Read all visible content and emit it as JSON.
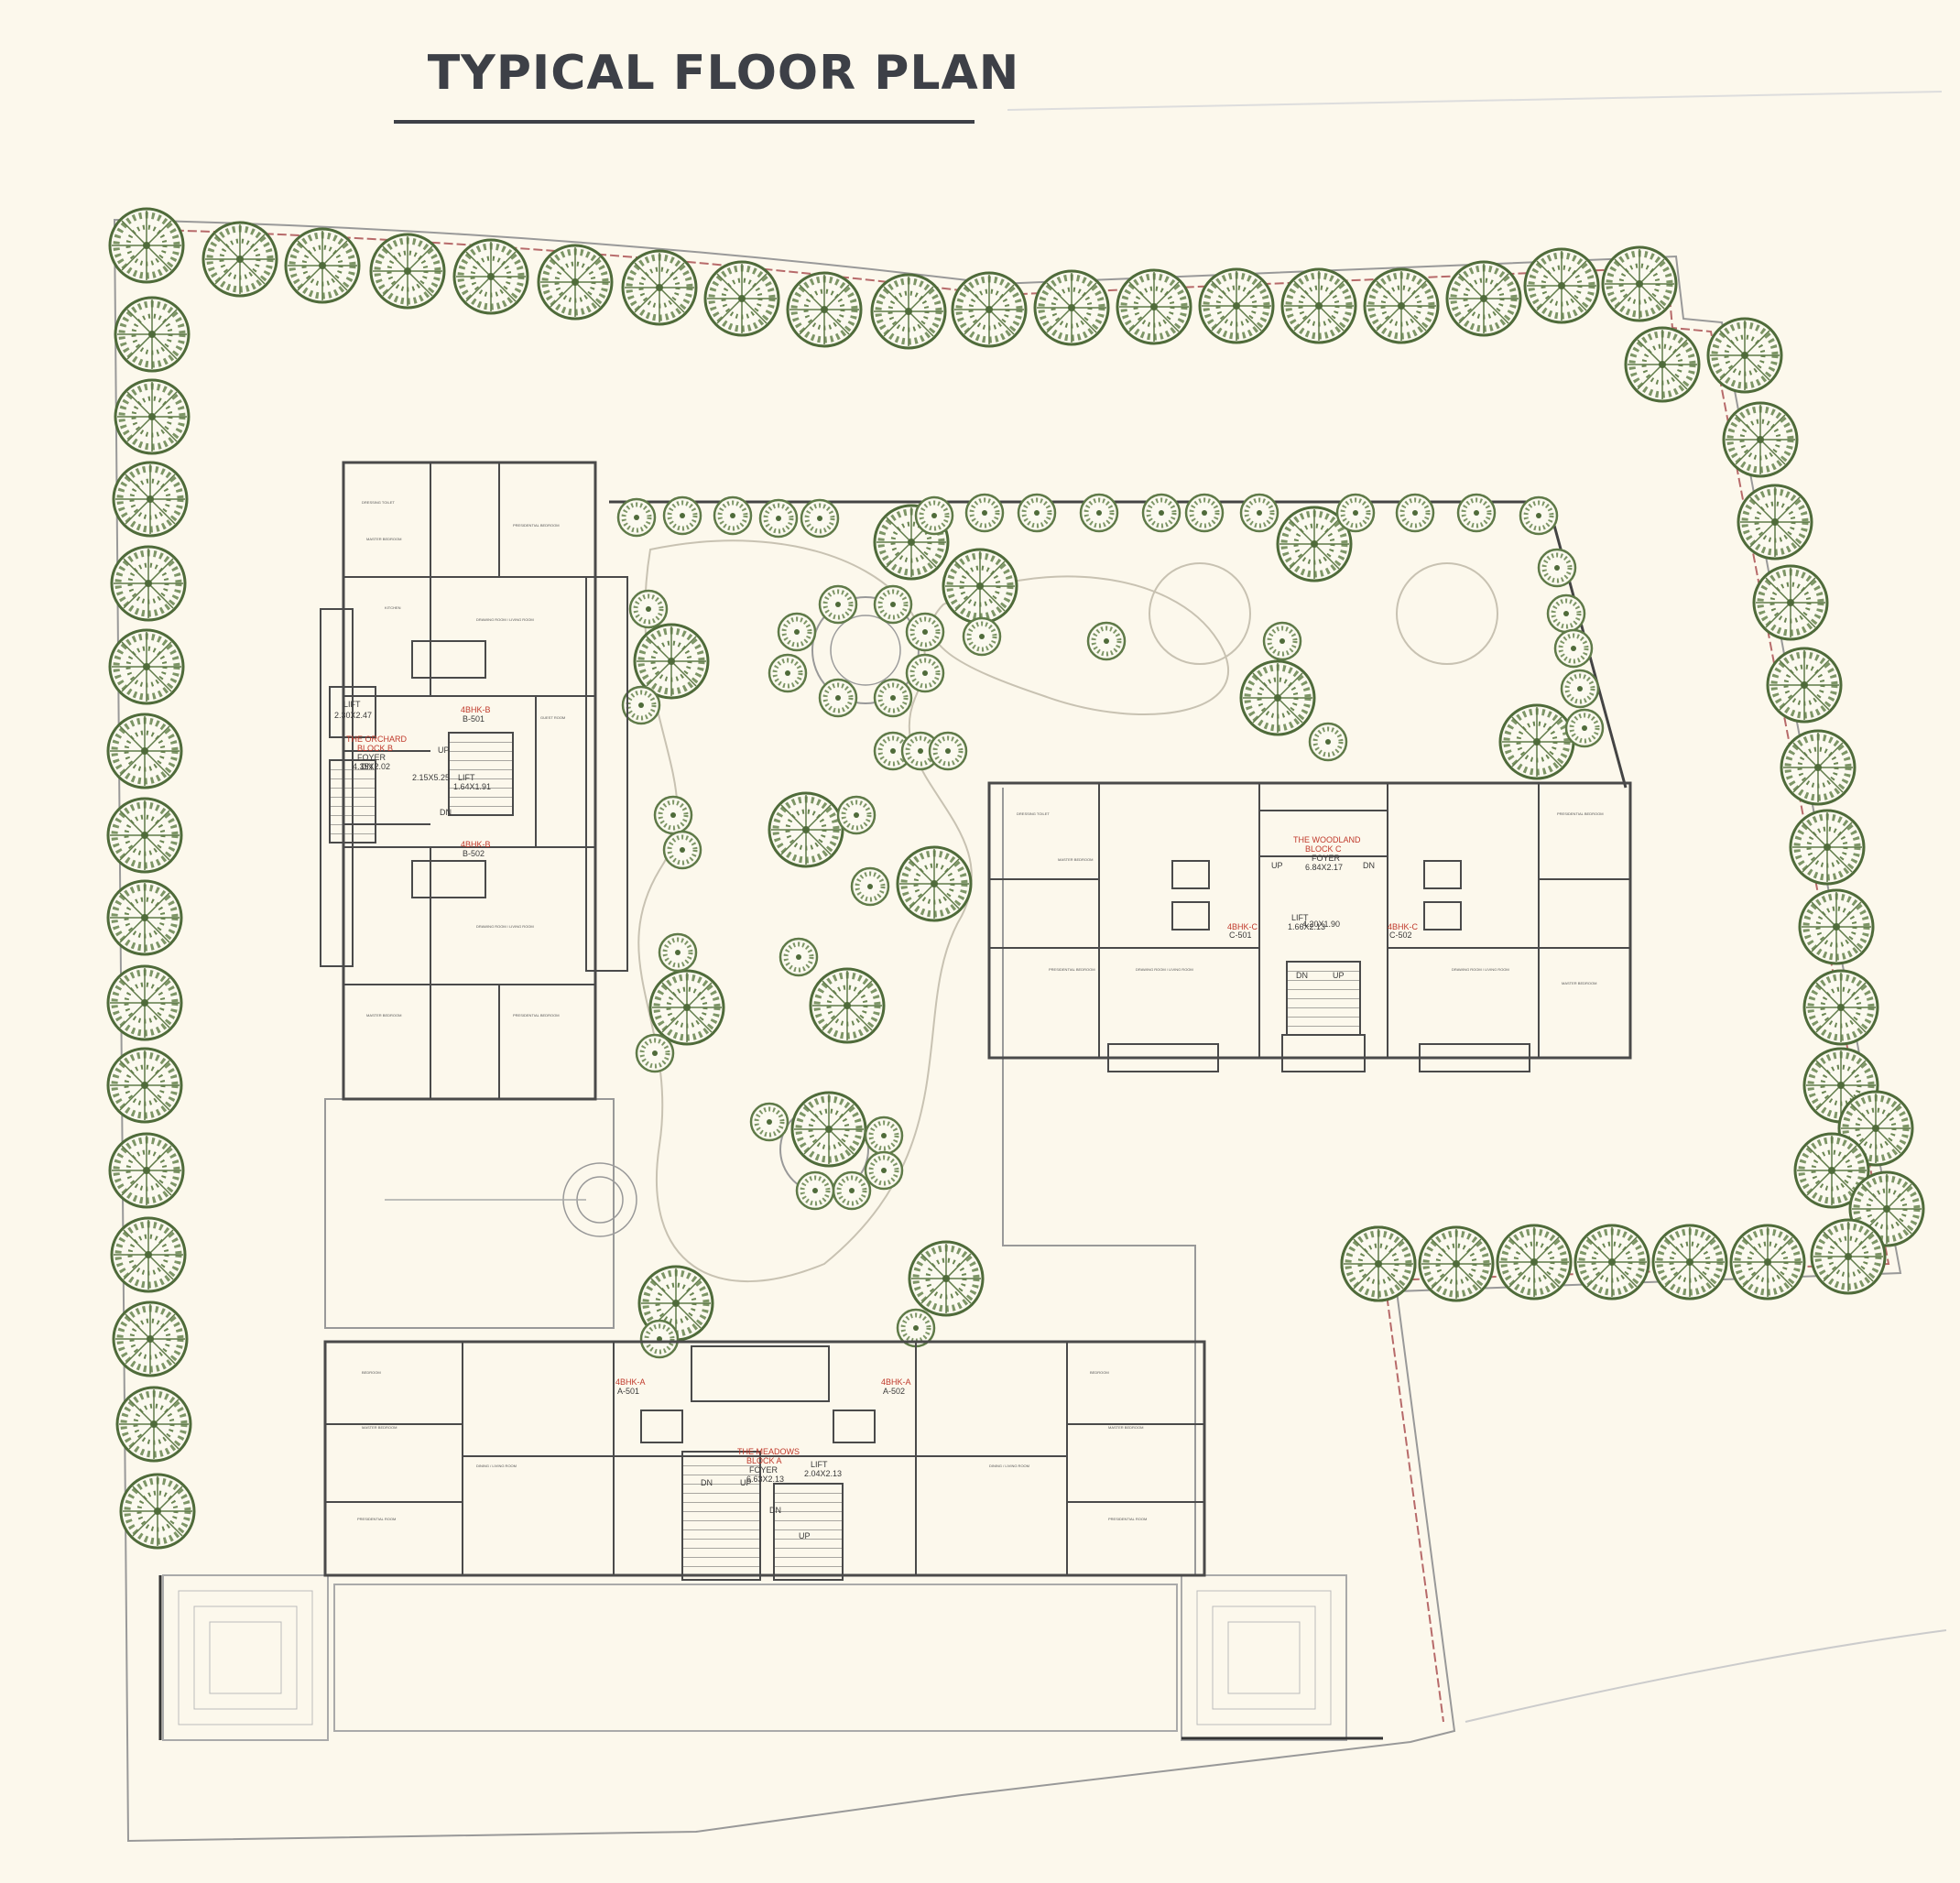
{
  "title": "TYPICAL FLOOR PLAN",
  "colors": {
    "background": "#fcf8ec",
    "title": "#3d4047",
    "tree": "#4f6b3a",
    "tree_light": "#7d9566",
    "wall": "#4a4a4a",
    "boundary": "#b76a6a",
    "unit_label": "#c0392b"
  },
  "blocks": {
    "orchard": {
      "name": "THE ORCHARD",
      "block": "BLOCK B",
      "foyer": "FOYER",
      "foyer_size": "4.35X2.02",
      "lift_left": "LIFT",
      "lift_left_size": "2.30X2.47",
      "lobby_size": "2.15X5.25",
      "lift_center": "LIFT",
      "lift_center_size": "1.64X1.91",
      "up": "UP",
      "dn": "DN",
      "unit1_type": "4BHK-B",
      "unit1": "B-501",
      "unit2_type": "4BHK-B",
      "unit2": "B-502"
    },
    "woodland": {
      "name": "THE WOODLAND",
      "block": "BLOCK C",
      "foyer": "FOYER",
      "foyer_size": "6.84X2.17",
      "lift": "LIFT",
      "lift_size": "1.66X2.13",
      "lobby_size": "4.20X1.90",
      "up": "UP",
      "dn": "DN",
      "unit1_type": "4BHK-C",
      "unit1": "C-501",
      "unit2_type": "4BHK-C",
      "unit2": "C-502"
    },
    "meadows": {
      "name": "THE MEADOWS",
      "block": "BLOCK A",
      "foyer": "FOYER",
      "foyer_size": "6.63X2.13",
      "lift": "LIFT",
      "lift_size": "2.04X2.13",
      "up": "UP",
      "dn": "DN",
      "unit1_type": "4BHK-A",
      "unit1": "A-501",
      "unit2_type": "4BHK-A",
      "unit2": "A-502"
    }
  }
}
